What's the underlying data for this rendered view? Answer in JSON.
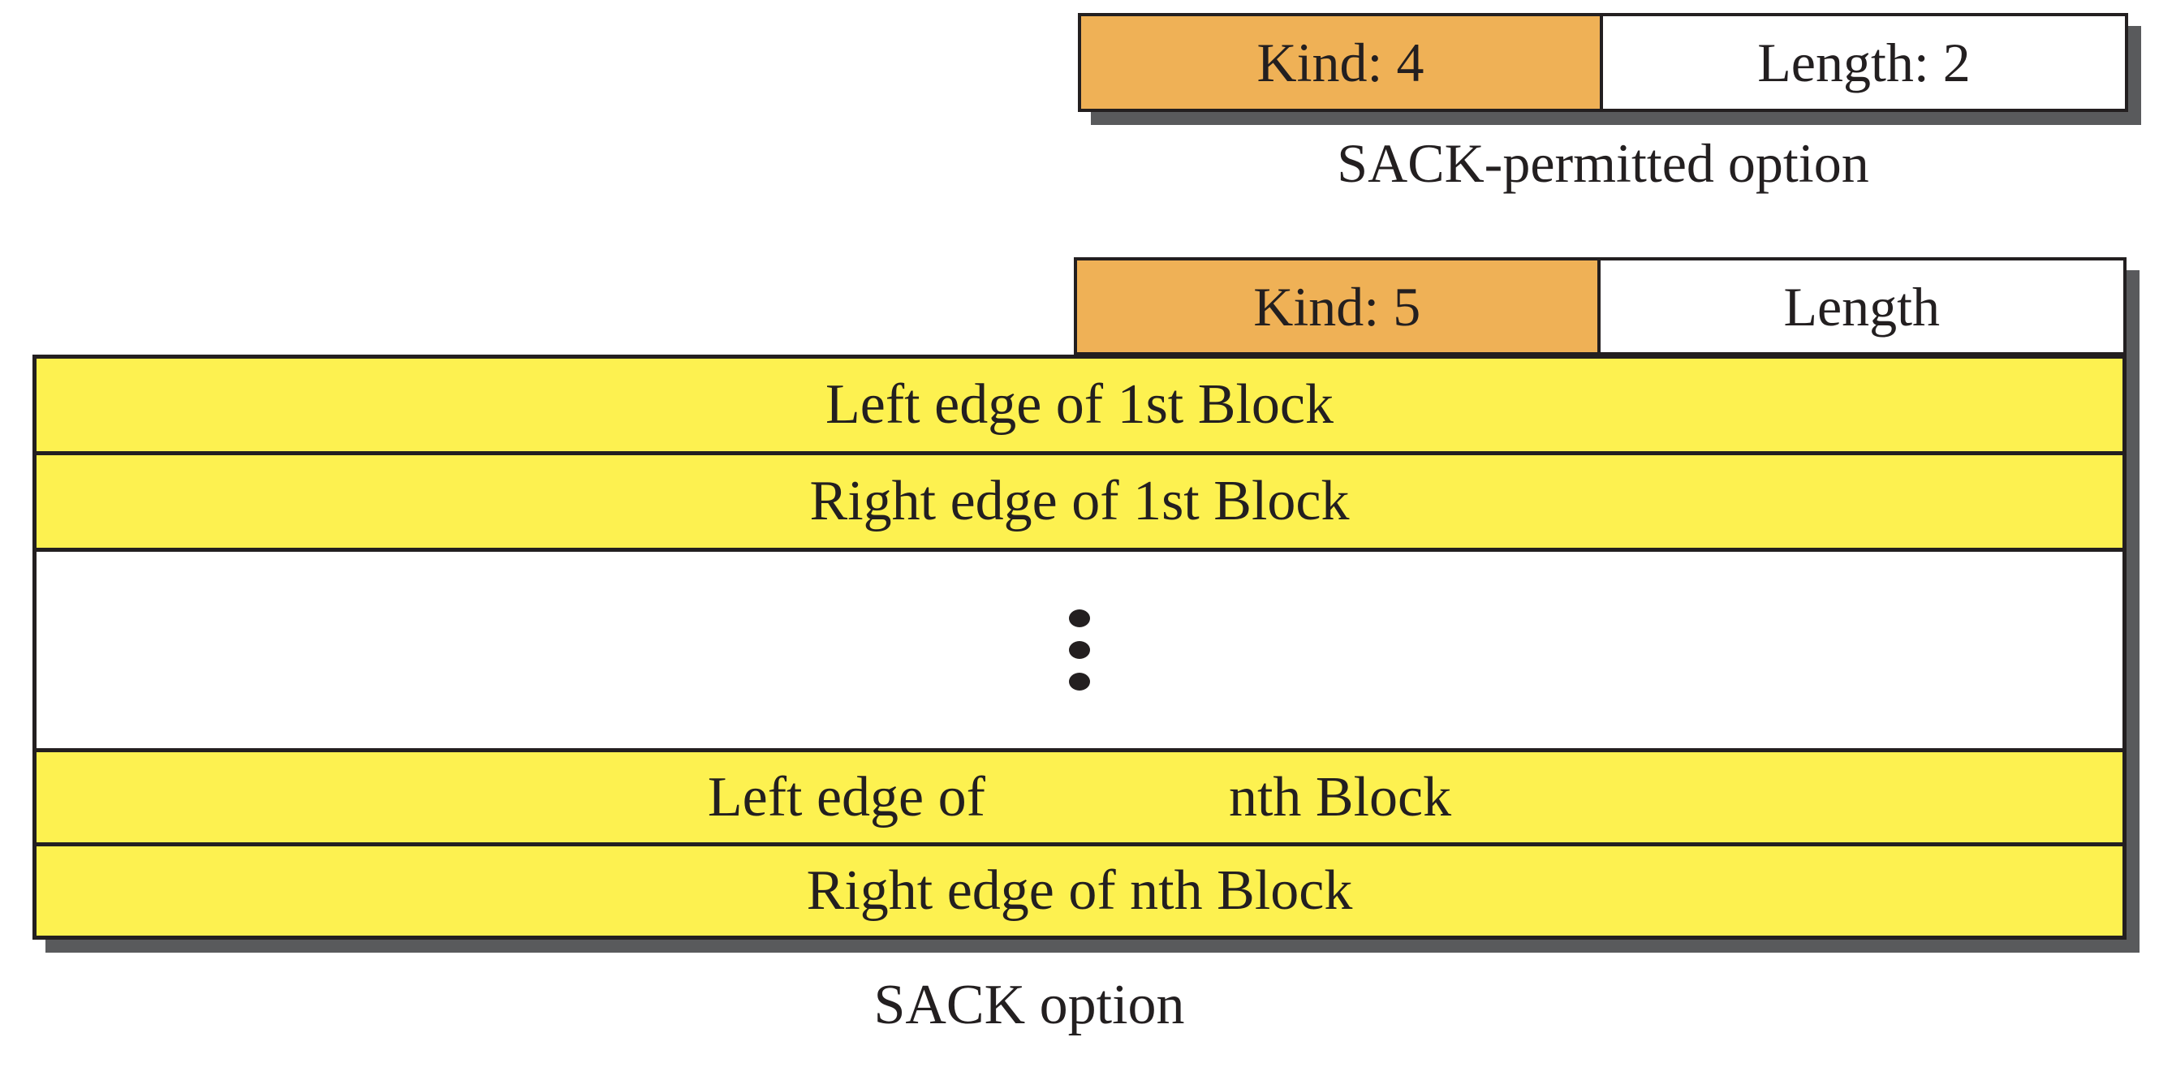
{
  "colors": {
    "kind_cell_orange": "#EFB156",
    "block_row_yellow": "#FDF150",
    "box_border": "#231F20",
    "drop_shadow": "#595A5C",
    "text": "#231F20",
    "background": "#FFFFFF"
  },
  "sack_permitted": {
    "kind_label": "Kind: 4",
    "length_label": "Length: 2",
    "caption": "SACK-permitted option"
  },
  "sack": {
    "kind_label": "Kind: 5",
    "length_label": "Length",
    "rows": [
      {
        "label": "Left edge of 1st Block"
      },
      {
        "label": "Right edge of 1st Block"
      },
      {
        "label_left": "Left edge of",
        "label_right": "nth Block"
      },
      {
        "label": "Right edge of nth Block"
      }
    ],
    "ellipsis_dot_count": 3,
    "caption": "SACK option"
  }
}
